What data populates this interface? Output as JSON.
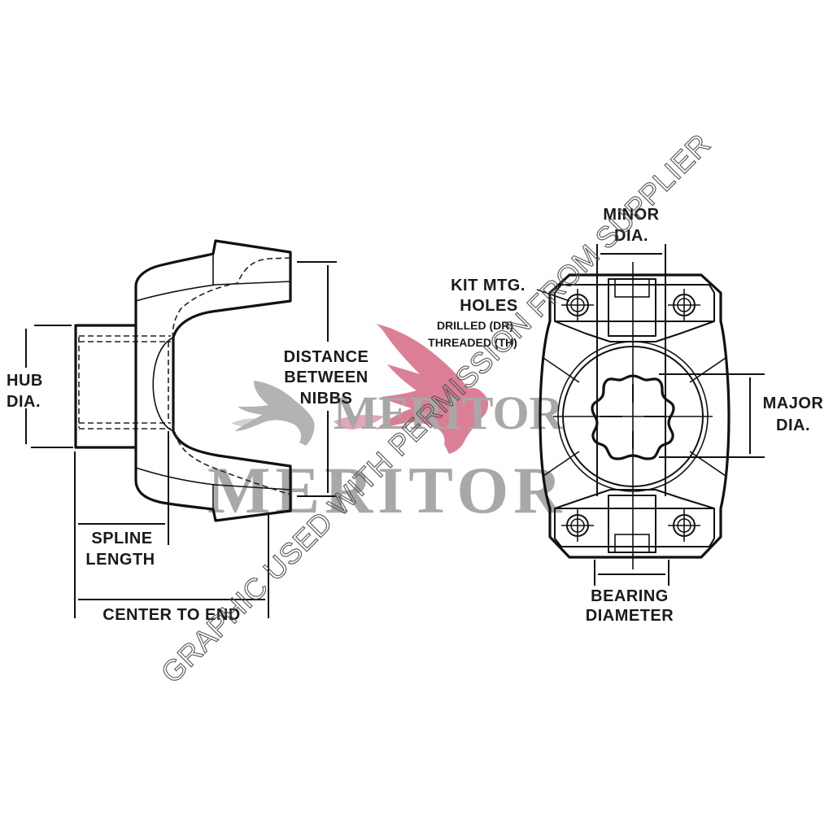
{
  "diagram": {
    "subject": "End yoke dimension drawing",
    "side_view": {
      "labels": {
        "hub_dia_line1": "HUB",
        "hub_dia_line2": "DIA.",
        "distance_line1": "DISTANCE",
        "distance_line2": "BETWEEN",
        "distance_line3": "NIBBS",
        "spline_line1": "SPLINE",
        "spline_line2": "LENGTH",
        "center_to_end": "CENTER TO END"
      }
    },
    "end_view": {
      "labels": {
        "minor_line1": "MINOR",
        "minor_line2": "DIA.",
        "kit_line1": "KIT MTG.",
        "kit_line2": "HOLES",
        "kit_line3": "DRILLED (DR)",
        "kit_line4": "THREADED (TH)",
        "major_line1": "MAJOR",
        "major_line2": "DIA.",
        "bearing_line1": "BEARING",
        "bearing_line2": "DIAMETER"
      },
      "spline_teeth": 10
    },
    "watermark": {
      "brand_word": "MERITOR",
      "brand_word_small": "MERITOR",
      "diagonal_text": "GRAPHIC USED WITH PERMISSION FROM SUPPLIER",
      "colors": {
        "logo_pink": "#d97891",
        "logo_gray": "#a8a8a8"
      }
    }
  }
}
